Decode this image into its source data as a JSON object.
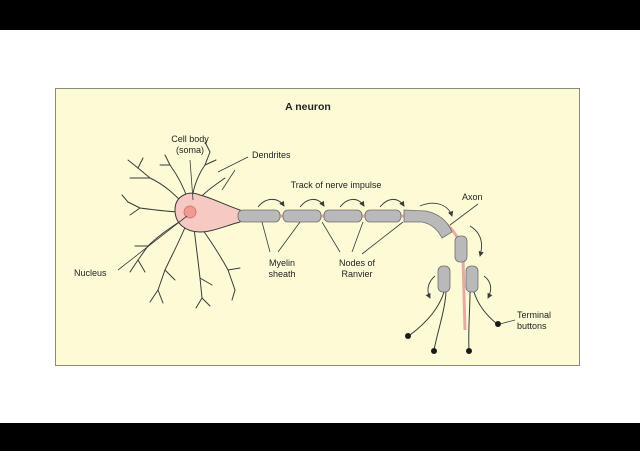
{
  "title": "A neuron",
  "labels": {
    "cell_body_1": "Cell body",
    "cell_body_2": "(soma)",
    "dendrites": "Dendrites",
    "nucleus": "Nucleus",
    "track": "Track of nerve impulse",
    "axon": "Axon",
    "myelin_1": "Myelin",
    "myelin_2": "sheath",
    "nodes_1": "Nodes of",
    "nodes_2": "Ranvier",
    "terminal_1": "Terminal",
    "terminal_2": "buttons"
  },
  "colors": {
    "background": "#fdfbd6",
    "soma": "#f7c9c3",
    "nucleus": "#ef9a92",
    "myelin": "#b9b9b9",
    "axon_core": "#e8a9a5",
    "line": "#3a3a3a"
  }
}
